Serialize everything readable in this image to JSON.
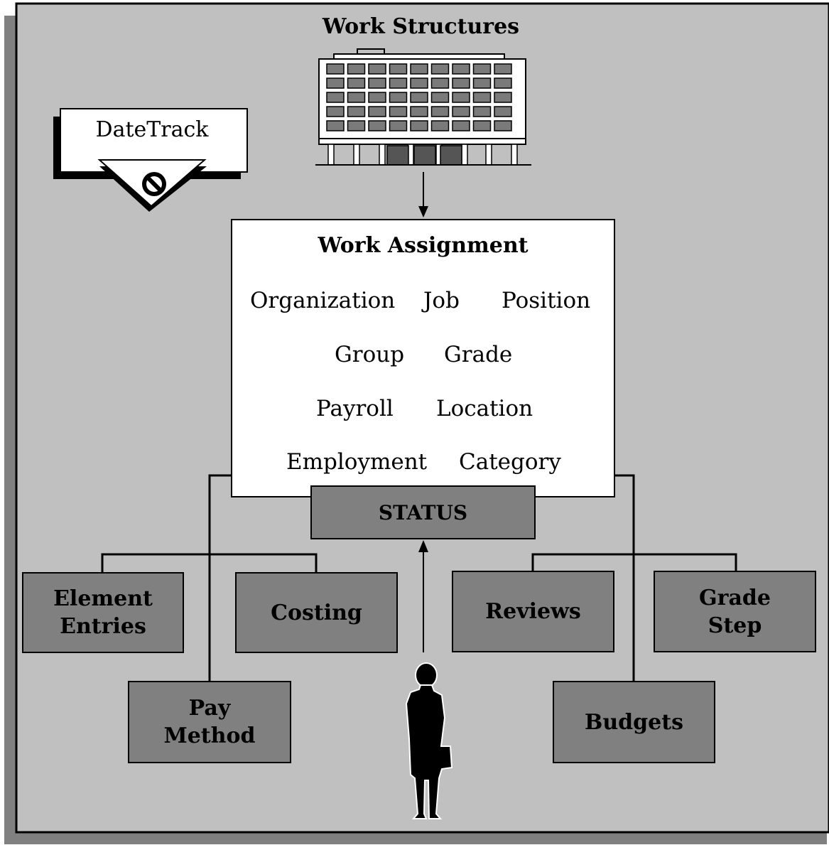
{
  "title": "Work Structures",
  "datetrack": {
    "label": "DateTrack",
    "icon": "no-entry-icon"
  },
  "work_assignment": {
    "title": "Work Assignment",
    "items": [
      "Organization",
      "Job",
      "Position",
      "Group",
      "Grade",
      "Payroll",
      "Location",
      "Employment",
      "Category"
    ]
  },
  "status": "STATUS",
  "boxes": {
    "element_entries": "Element\nEntries",
    "costing": "Costing",
    "reviews": "Reviews",
    "grade_step": "Grade\nStep",
    "pay_method": "Pay\nMethod",
    "budgets": "Budgets"
  },
  "icons": {
    "building": "office-building-icon",
    "person": "businesswoman-icon"
  },
  "colors": {
    "background": "#c0c0c0",
    "box_fill": "#808080",
    "shadow": "#808080",
    "panel": "#ffffff"
  }
}
